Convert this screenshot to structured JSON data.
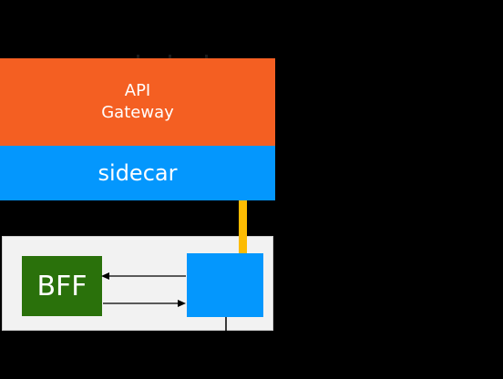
{
  "colors": {
    "gateway": "#f45f22",
    "sidecar": "#0497fd",
    "bff": "#2a710b",
    "proxy": "#0497fd",
    "connector": "#fcbb02",
    "container_bg": "#f2f2f2",
    "arrow": "#000000"
  },
  "gateway": {
    "line1": "API",
    "line2": "Gateway"
  },
  "sidecar": {
    "label": "sidecar"
  },
  "service": {
    "bff_label": "BFF"
  }
}
